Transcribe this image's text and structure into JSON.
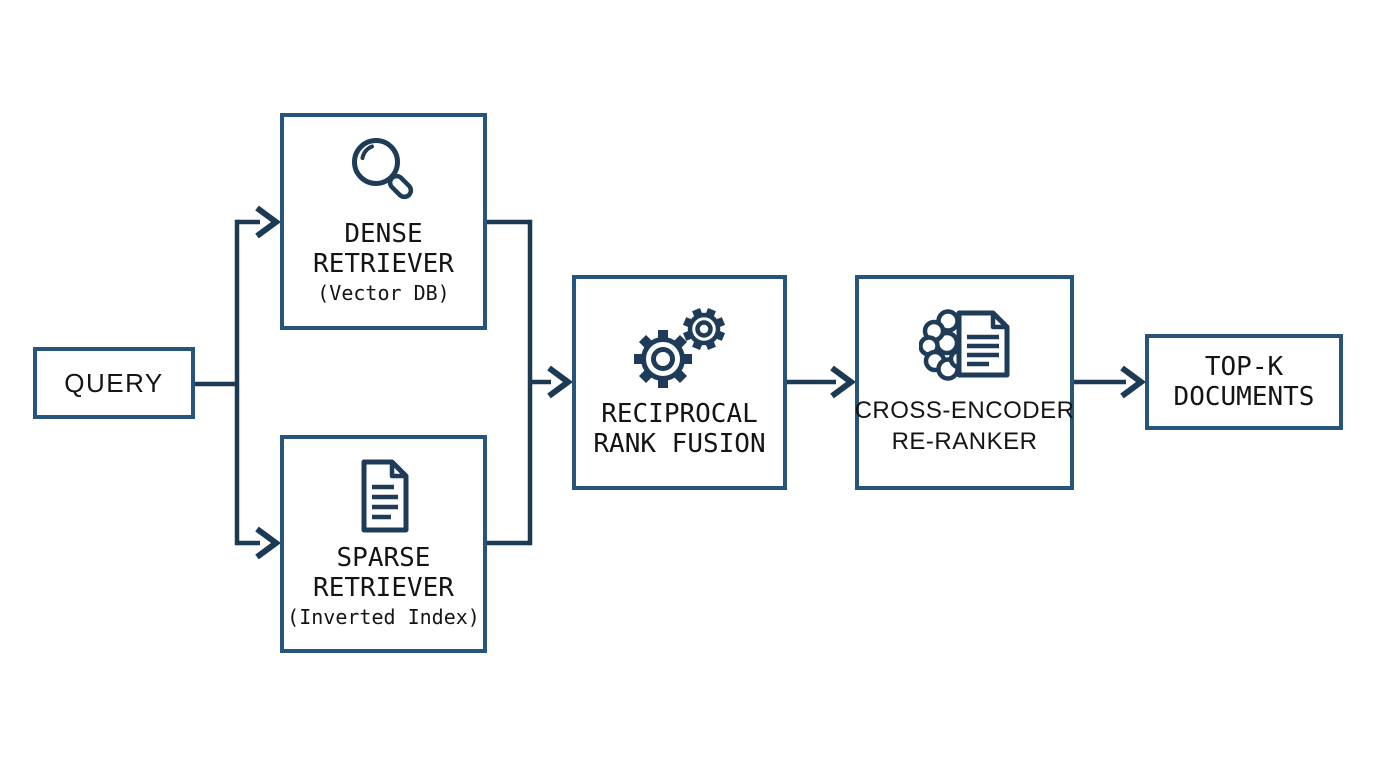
{
  "diagram": {
    "type": "flowchart",
    "background": "#ffffff",
    "colors": {
      "box_border": "#26547b",
      "connector": "#1d3a55",
      "icon_stroke": "#1e3c58",
      "text": "#141414"
    },
    "nodes": {
      "query": {
        "label": "QUERY"
      },
      "dense_retriever": {
        "icon": "magnifier-icon",
        "title_line1": "DENSE",
        "title_line2": "RETRIEVER",
        "subtitle": "(Vector DB)"
      },
      "sparse_retriever": {
        "icon": "document-icon",
        "title_line1": "SPARSE",
        "title_line2": "RETRIEVER",
        "subtitle": "(Inverted Index)"
      },
      "rank_fusion": {
        "icon": "gears-icon",
        "title_line1": "RECIPROCAL",
        "title_line2": "RANK FUSION"
      },
      "reranker": {
        "icon": "brain-document-icon",
        "title_line1": "CROSS-ENCODER",
        "title_line2": "RE-RANKER"
      },
      "topk_documents": {
        "title_line1": "TOP-K",
        "title_line2": "DOCUMENTS"
      }
    },
    "edges": [
      {
        "from": "query",
        "to": "dense_retriever"
      },
      {
        "from": "query",
        "to": "sparse_retriever"
      },
      {
        "from": "dense_retriever",
        "to": "rank_fusion"
      },
      {
        "from": "sparse_retriever",
        "to": "rank_fusion"
      },
      {
        "from": "rank_fusion",
        "to": "reranker"
      },
      {
        "from": "reranker",
        "to": "topk_documents"
      }
    ]
  }
}
